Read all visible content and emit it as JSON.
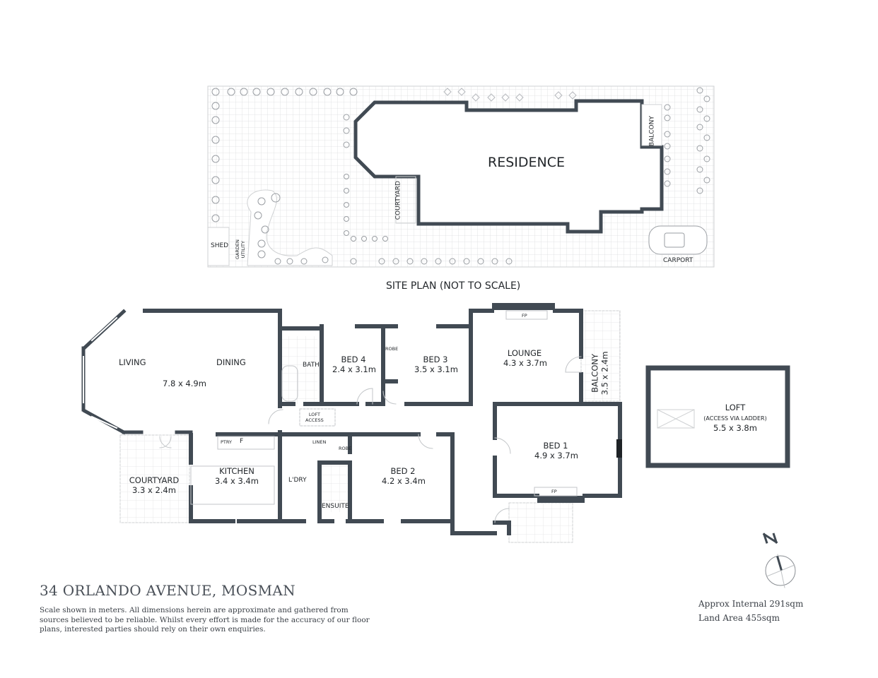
{
  "site_plan": {
    "caption": "SITE PLAN (NOT TO SCALE)",
    "labels": {
      "residence": "RESIDENCE",
      "courtyard": "COURTYARD",
      "balcony": "BALCONY",
      "shed": "SHED",
      "garden_utility_1": "GARDEN",
      "garden_utility_2": "UTILITY",
      "carport": "CARPORT"
    }
  },
  "floor_plan": {
    "rooms": {
      "living": {
        "name": "LIVING"
      },
      "dining": {
        "name": "DINING",
        "size": "7.8 x 4.9m"
      },
      "bath": {
        "name": "BATH"
      },
      "bed4": {
        "name": "BED 4",
        "size": "2.4 x 3.1m"
      },
      "robe3": {
        "name": "ROBE"
      },
      "bed3": {
        "name": "BED 3",
        "size": "3.5 x 3.1m"
      },
      "lounge": {
        "name": "LOUNGE",
        "size": "4.3 x 3.7m",
        "fp": "FP"
      },
      "balcony": {
        "name": "BALCONY",
        "size": "3.5 x 2.4m"
      },
      "loft_access": {
        "line1": "LOFT",
        "line2": "ACCESS"
      },
      "pantry": {
        "name": "PTRY"
      },
      "fridge": {
        "name": "F"
      },
      "kitchen": {
        "name": "KITCHEN",
        "size": "3.4 x 3.4m"
      },
      "courtyard": {
        "name": "COURTYARD",
        "size": "3.3 x 2.4m"
      },
      "linen": {
        "name": "LINEN"
      },
      "robe2": {
        "name": "ROBE"
      },
      "laundry": {
        "name": "L'DRY"
      },
      "ensuite": {
        "name": "ENSUITE"
      },
      "bed2": {
        "name": "BED 2",
        "size": "4.2 x 3.4m"
      },
      "bed1": {
        "name": "BED 1",
        "size": "4.9 x 3.7m",
        "fp": "FP"
      }
    },
    "loft": {
      "name": "LOFT",
      "note": "(ACCESS VIA LADDER)",
      "size": "5.5 x 3.8m"
    }
  },
  "compass": {
    "label": "N"
  },
  "footer": {
    "address": "34 ORLANDO AVENUE, MOSMAN",
    "disclaimer": "Scale shown in meters. All dimensions herein are approximate and gathered from sources believed to be  reliable. Whilst every effort is made for the accuracy of our floor plans, interested parties should rely on their own enquiries.",
    "internal_area": "Approx Internal 291sqm",
    "land_area": "Land Area 455sqm"
  },
  "colors": {
    "wall": "#414a53",
    "grid": "#d8dadc",
    "text": "#23272b"
  }
}
